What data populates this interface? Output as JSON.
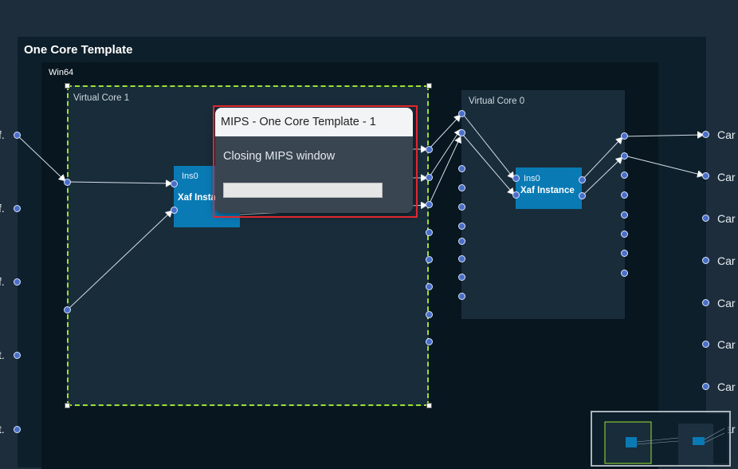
{
  "canvas": {
    "template_title": "One Core Template",
    "container_label": "Win64"
  },
  "virtual_cores": [
    {
      "label": "Virtual Core 1",
      "selected": true
    },
    {
      "label": "Virtual Core 0",
      "selected": false
    }
  ],
  "instances": [
    {
      "name": "Ins0",
      "title": "Xaf Instance"
    },
    {
      "name": "Ins0",
      "title": "Xaf Instance"
    }
  ],
  "left_edge_labels": [
    "f.",
    "f.",
    "f.",
    "t.",
    "t."
  ],
  "right_edge_labels": [
    "Car",
    "Car",
    "Car",
    "Car",
    "Car",
    "Car",
    "Car",
    "Car"
  ],
  "dialog": {
    "title": "MIPS - One Core Template - 1",
    "message": "Closing MIPS window",
    "progress": 0
  },
  "colors": {
    "selection_outline": "#9be233",
    "dialog_highlight": "#e0262e",
    "instance_block": "#0a7ab5",
    "port_fill": "#4a6fc9"
  }
}
